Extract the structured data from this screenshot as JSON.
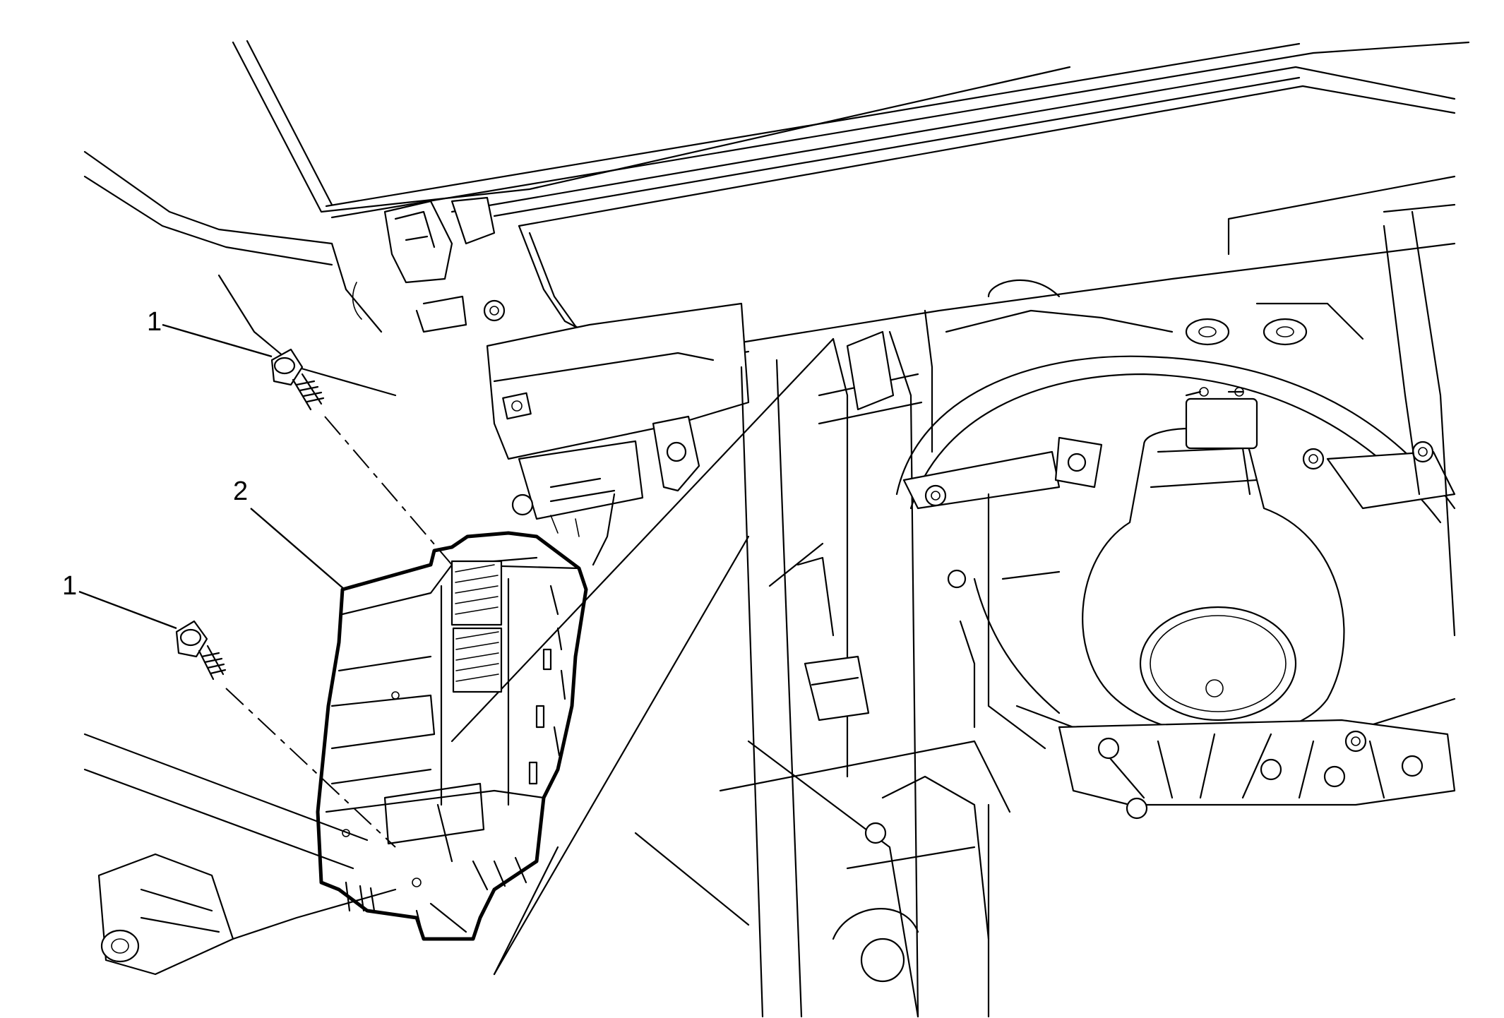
{
  "callouts": [
    {
      "id": "fastener-upper",
      "label": "1"
    },
    {
      "id": "module",
      "label": "2"
    },
    {
      "id": "fastener-lower",
      "label": "1"
    }
  ]
}
